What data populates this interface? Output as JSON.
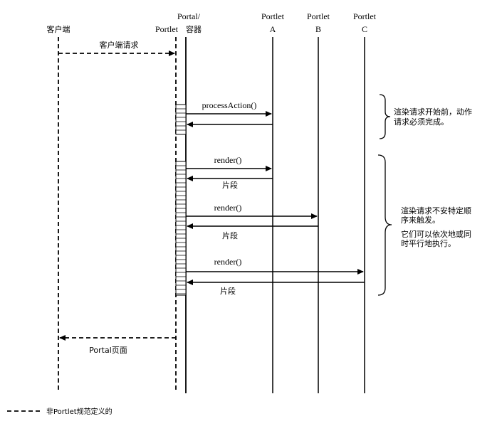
{
  "participants": {
    "client": "客户端",
    "portal_line1": "Portal/",
    "portal_line2": "Portlet",
    "portal_line3": "容器",
    "portlet_a_line1": "Portlet",
    "portlet_a_line2": "A",
    "portlet_b_line1": "Portlet",
    "portlet_b_line2": "B",
    "portlet_c_line1": "Portlet",
    "portlet_c_line2": "C"
  },
  "messages": {
    "client_request": "客户端请求",
    "process_action": "processAction()",
    "render_a": "render()",
    "fragment_a": "片段",
    "render_b": "render()",
    "fragment_b": "片段",
    "render_c": "render()",
    "fragment_c": "片段",
    "portal_page": "Portal页面"
  },
  "notes": {
    "action_line1": "渲染请求开始前，动作",
    "action_line2": "请求必须完成。",
    "render_line1": "渲染请求不安特定顺",
    "render_line2": "序来触发。",
    "render_line3": "它们可以依次地或同",
    "render_line4": "时平行地执行。"
  },
  "legend": {
    "label": "非Portlet规范定义的"
  }
}
